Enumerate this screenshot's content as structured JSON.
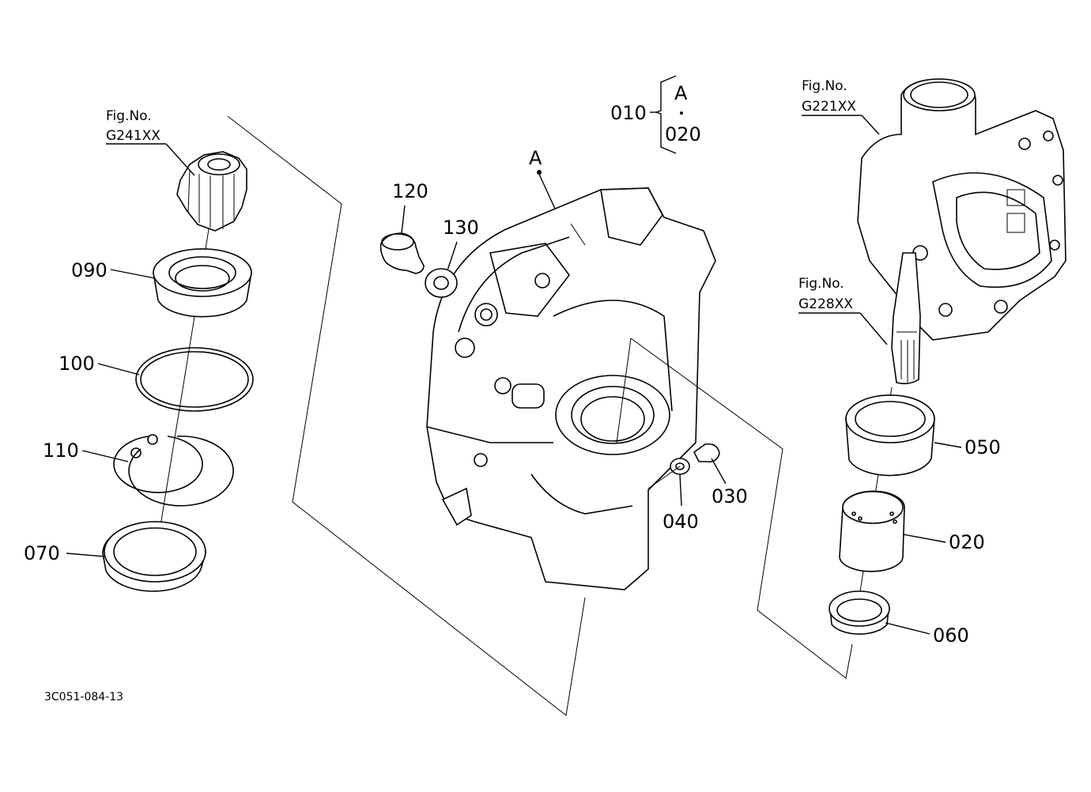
{
  "callouts": {
    "c010": "010",
    "c020_top": "020",
    "cA_top": "A",
    "cA_main": "A",
    "c120": "120",
    "c130": "130",
    "c090": "090",
    "c100": "100",
    "c110": "110",
    "c070": "070",
    "c030": "030",
    "c040": "040",
    "c050": "050",
    "c020": "020",
    "c060": "060"
  },
  "figrefs": {
    "g241_prefix": "Fig.No.",
    "g241_code": "G241XX",
    "g221_prefix": "Fig.No.",
    "g221_code": "G221XX",
    "g228_prefix": "Fig.No.",
    "g228_code": "G228XX"
  },
  "drawing_code": "3C051-084-13"
}
